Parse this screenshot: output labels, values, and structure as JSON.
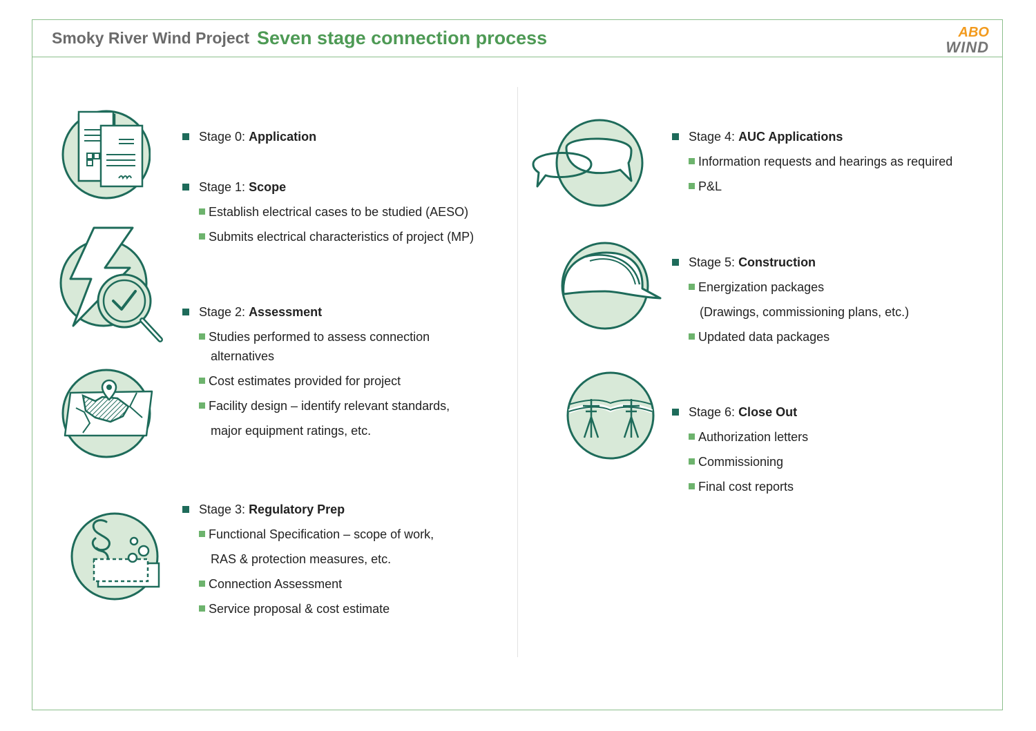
{
  "header": {
    "project": "Smoky River Wind Project",
    "title": "Seven stage connection process",
    "logo_line1": "ABO",
    "logo_line2": "WIND"
  },
  "colors": {
    "accent": "#4e9a55",
    "dark_green": "#1e6b5a",
    "light_green": "#d8e9d8",
    "logo_orange": "#f29a1d"
  },
  "stages": [
    {
      "prefix": "Stage 0: ",
      "name": "Application",
      "icon": "documents-icon",
      "items": []
    },
    {
      "prefix": "Stage 1: ",
      "name": "Scope",
      "icon": "lightning-check-icon",
      "items": [
        "Establish electrical cases to be studied (AESO)",
        "Submits electrical characteristics of project (MP)"
      ]
    },
    {
      "prefix": "Stage 2: ",
      "name": "Assessment",
      "icon": "map-pin-icon",
      "items": [
        "Studies performed to assess connection",
        "alternatives",
        "Cost estimates provided for project",
        "Facility design – identify relevant standards,",
        "major equipment ratings, etc."
      ]
    },
    {
      "prefix": "Stage 3: ",
      "name": "Regulatory Prep",
      "icon": "paragraph-icon",
      "items": [
        "Functional Specification – scope of work,",
        "RAS & protection measures, etc.",
        "Connection Assessment",
        "Service proposal & cost estimate"
      ]
    },
    {
      "prefix": "Stage 4: ",
      "name": "AUC Applications",
      "icon": "speech-bubbles-icon",
      "items": [
        "Information requests and hearings as required",
        "P&L"
      ]
    },
    {
      "prefix": "Stage 5: ",
      "name": "Construction",
      "icon": "helmet-icon",
      "items": [
        "Energization packages",
        "(Drawings, commissioning plans, etc.)",
        "Updated data packages"
      ]
    },
    {
      "prefix": "Stage 6: ",
      "name": "Close Out",
      "icon": "power-pylons-icon",
      "items": [
        "Authorization letters",
        "Commissioning",
        "Final cost reports"
      ]
    }
  ]
}
